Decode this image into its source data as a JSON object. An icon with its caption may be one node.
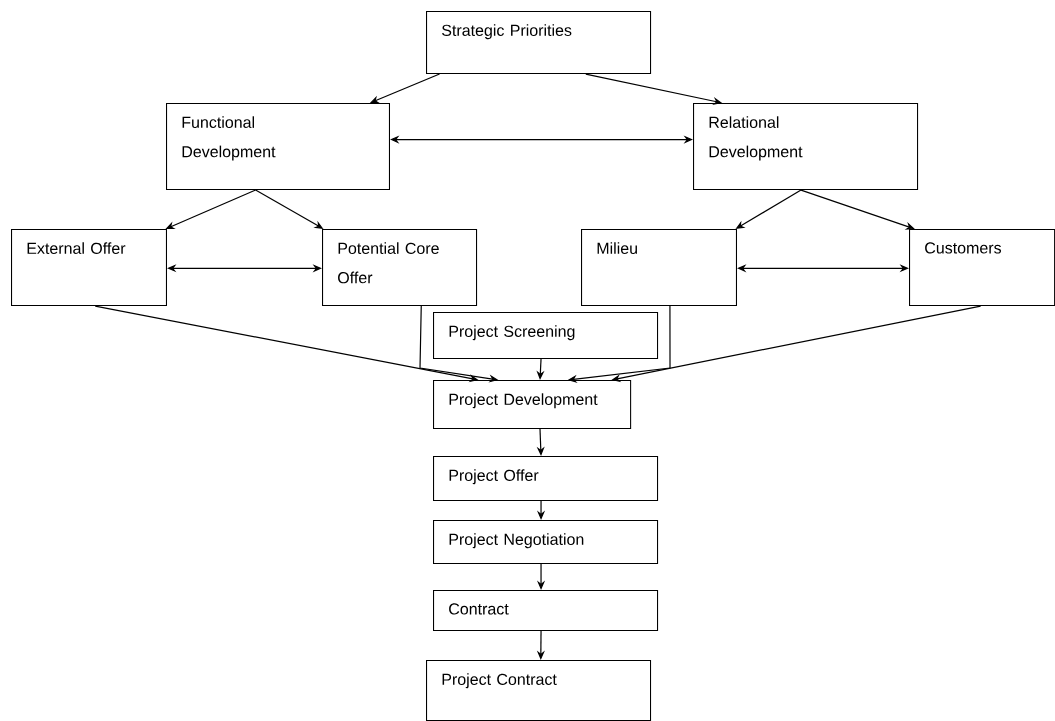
{
  "diagram": {
    "nodes": [
      {
        "text": [
          "Strategic Priorities"
        ]
      },
      {
        "text": [
          "Functional Development"
        ]
      },
      {
        "text": [
          "Relational Development"
        ]
      },
      {
        "text": [
          "External Offer"
        ]
      },
      {
        "text": [
          "Potential Core Offer"
        ]
      },
      {
        "text": [
          "Milieu"
        ]
      },
      {
        "text": [
          "Customers"
        ]
      },
      {
        "text": [
          "Project Screening"
        ]
      },
      {
        "text": [
          "Project Development"
        ]
      },
      {
        "text": [
          "Project Offer"
        ]
      },
      {
        "text": [
          "Project Negotiation"
        ]
      },
      {
        "text": [
          "Contract"
        ]
      },
      {
        "text": [
          "Project Contract"
        ]
      }
    ],
    "edges": [
      {
        "from": 0,
        "to": 1,
        "arrow": "to"
      },
      {
        "from": 0,
        "to": 2,
        "arrow": "to"
      },
      {
        "from": 1,
        "to": 2,
        "arrow": "both"
      },
      {
        "from": 1,
        "to": 3,
        "arrow": "to"
      },
      {
        "from": 1,
        "to": 4,
        "arrow": "to"
      },
      {
        "from": 2,
        "to": 5,
        "arrow": "to"
      },
      {
        "from": 2,
        "to": 6,
        "arrow": "to"
      },
      {
        "from": 3,
        "to": 4,
        "arrow": "both"
      },
      {
        "from": 5,
        "to": 6,
        "arrow": "both"
      },
      {
        "from": 3,
        "to": 8,
        "arrow": "to"
      },
      {
        "from": 4,
        "to": 8,
        "arrow": "to"
      },
      {
        "from": 7,
        "to": 8,
        "arrow": "to"
      },
      {
        "from": 5,
        "to": 8,
        "arrow": "to"
      },
      {
        "from": 6,
        "to": 8,
        "arrow": "to"
      },
      {
        "from": 8,
        "to": 9,
        "arrow": "to"
      },
      {
        "from": 9,
        "to": 10,
        "arrow": "to"
      },
      {
        "from": 10,
        "to": 11,
        "arrow": "to"
      },
      {
        "from": 11,
        "to": 12,
        "arrow": "to"
      }
    ]
  }
}
